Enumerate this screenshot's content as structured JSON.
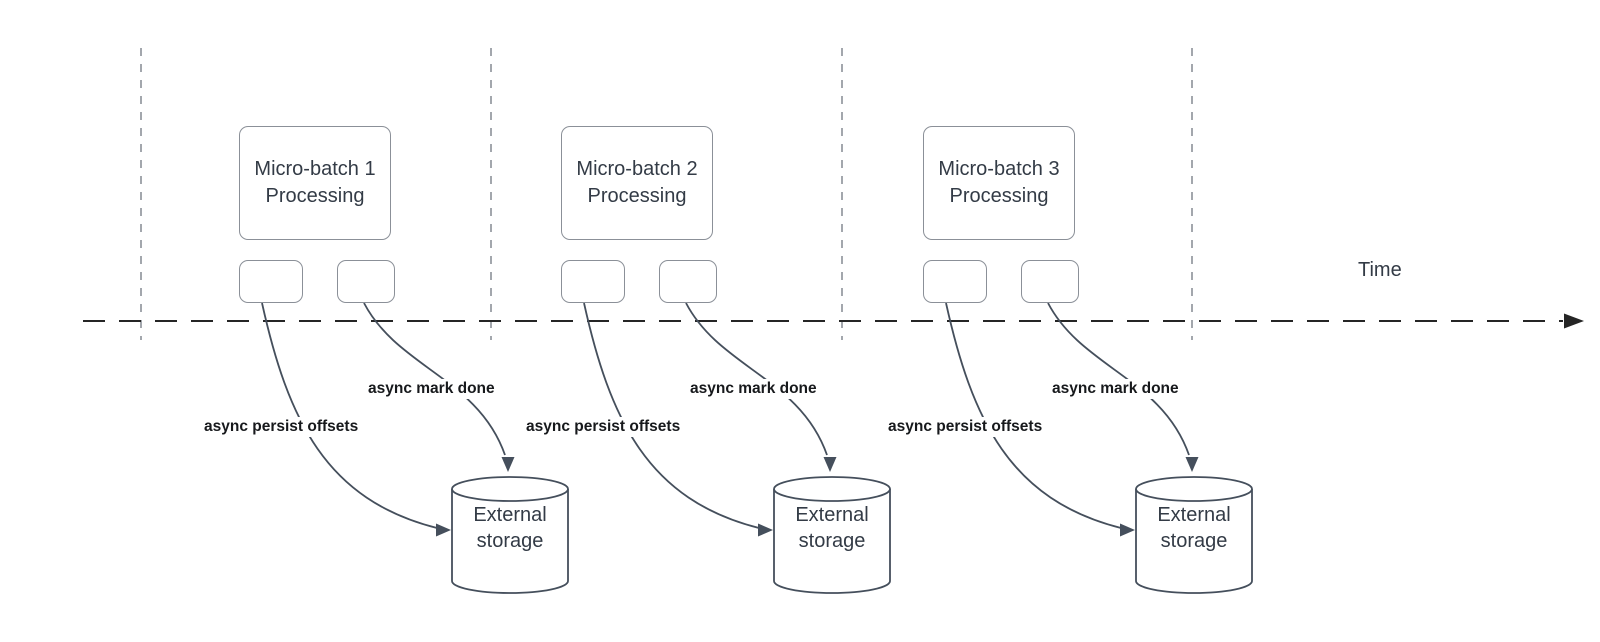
{
  "diagram": {
    "title_semantic": "micro-batch streaming async progress tracking timeline",
    "time_axis_label": "Time",
    "batches": [
      {
        "title_line1": "Micro-batch 1",
        "title_line2": "Processing",
        "persist_label": "async persist offsets",
        "done_label": "async mark done",
        "storage_line1": "External",
        "storage_line2": "storage"
      },
      {
        "title_line1": "Micro-batch 2",
        "title_line2": "Processing",
        "persist_label": "async persist offsets",
        "done_label": "async mark done",
        "storage_line1": "External",
        "storage_line2": "storage"
      },
      {
        "title_line1": "Micro-batch 3",
        "title_line2": "Processing",
        "persist_label": "async persist offsets",
        "done_label": "async mark done",
        "storage_line1": "External",
        "storage_line2": "storage"
      }
    ],
    "colors": {
      "box_border": "#8b9098",
      "curve_stroke": "#454f5c",
      "timeline_stroke": "#252525",
      "grid_line": "#a3a7ad",
      "text_dark": "#333b46",
      "label_bold": "#17191c",
      "background": "#ffffff"
    }
  }
}
